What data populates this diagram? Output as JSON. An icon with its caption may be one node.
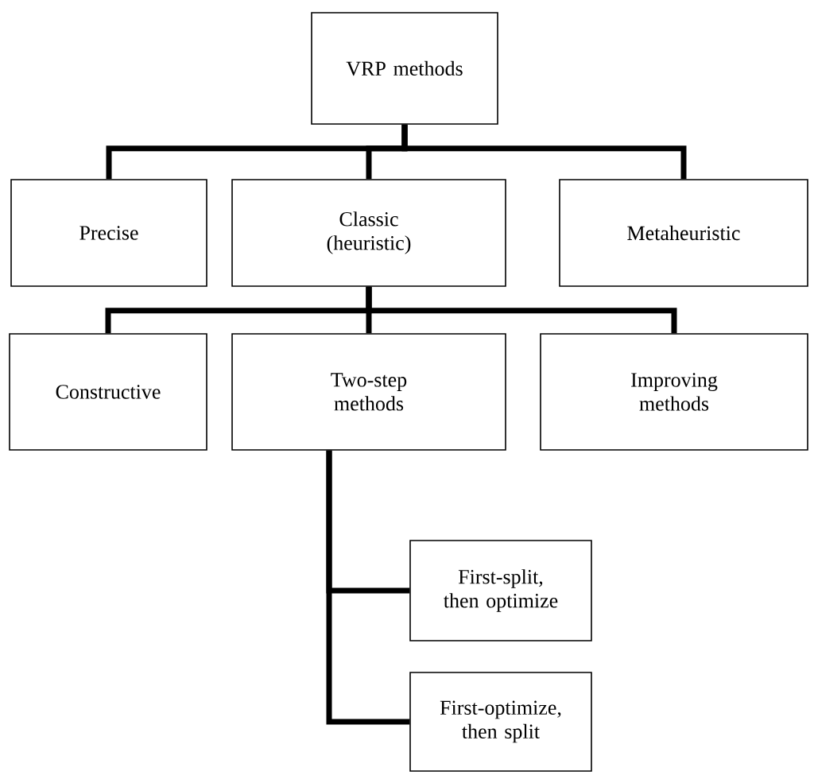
{
  "diagram": {
    "nodes": [
      {
        "text": [
          "VRP methods"
        ]
      },
      {
        "text": [
          "Precise"
        ]
      },
      {
        "text": [
          "Classic (heuristic)"
        ]
      },
      {
        "text": [
          "Metaheuristic"
        ]
      },
      {
        "text": [
          "Constructive"
        ]
      },
      {
        "text": [
          "Two-step methods"
        ]
      },
      {
        "text": [
          "Improving methods"
        ]
      },
      {
        "text": [
          "First-split, then optimize"
        ]
      },
      {
        "text": [
          "First-optimize, then split"
        ]
      }
    ],
    "edges": [
      {
        "from": 0,
        "to": 1,
        "arrow": "none"
      },
      {
        "from": 0,
        "to": 2,
        "arrow": "none"
      },
      {
        "from": 0,
        "to": 3,
        "arrow": "none"
      },
      {
        "from": 2,
        "to": 4,
        "arrow": "none"
      },
      {
        "from": 2,
        "to": 5,
        "arrow": "none"
      },
      {
        "from": 2,
        "to": 6,
        "arrow": "none"
      },
      {
        "from": 5,
        "to": 7,
        "arrow": "none"
      },
      {
        "from": 5,
        "to": 8,
        "arrow": "none"
      }
    ]
  }
}
